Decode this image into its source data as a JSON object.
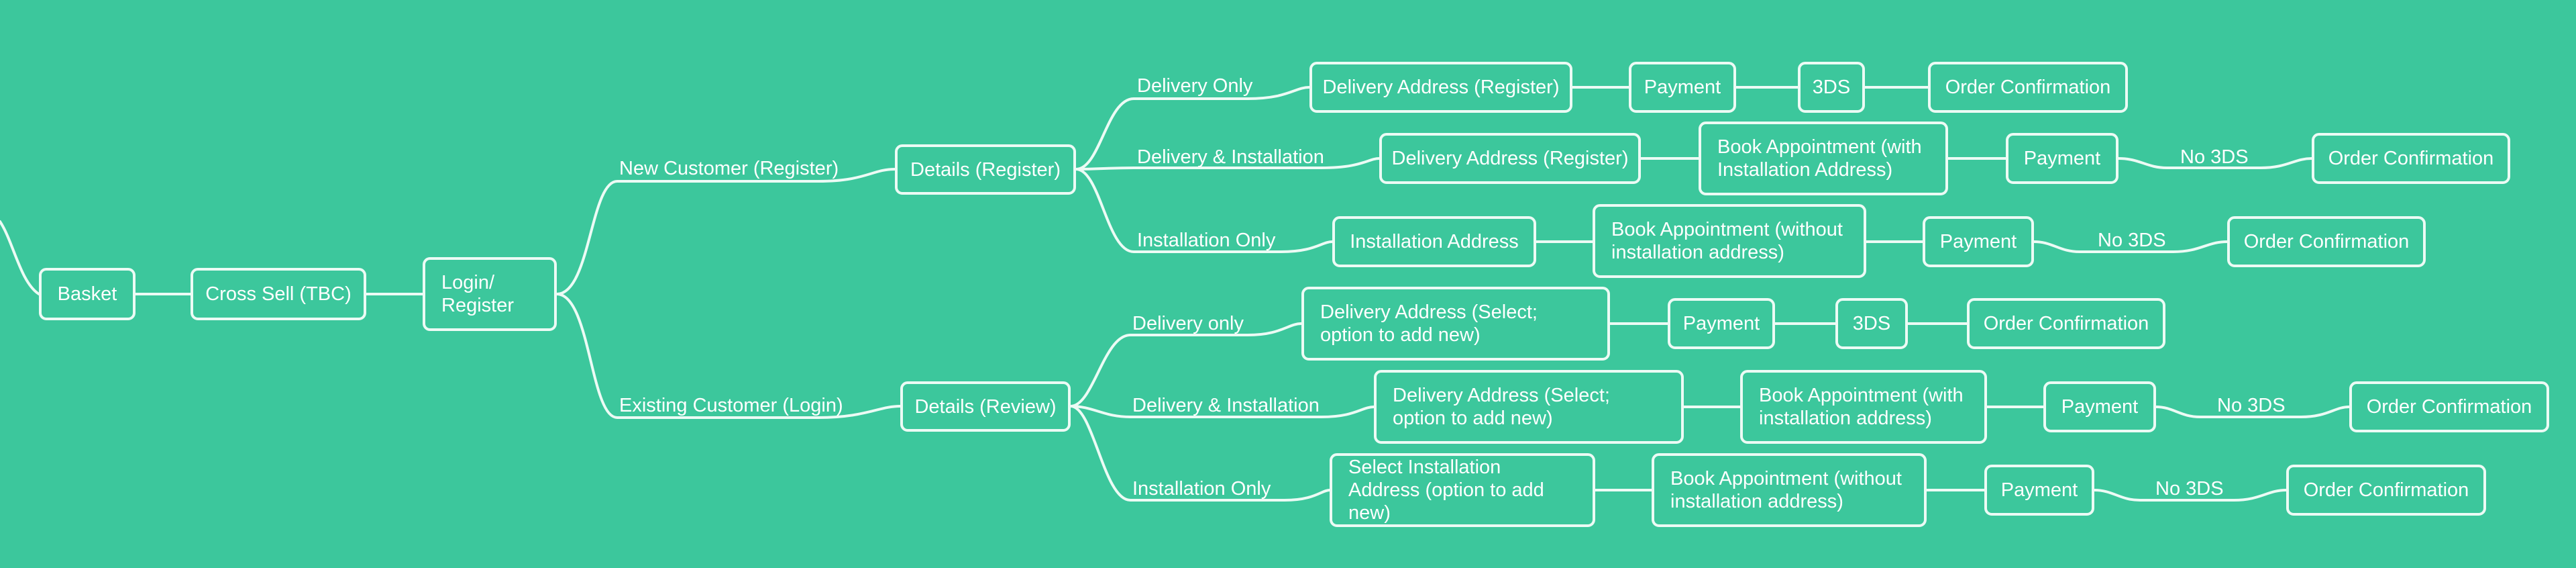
{
  "diagram": {
    "nodes": {
      "basket": "Basket",
      "cross_sell": "Cross Sell (TBC)",
      "login_register": "Login/\nRegister",
      "details_register": "Details (Register)",
      "details_review": "Details (Review)",
      "new_delivery_address": "Delivery Address (Register)",
      "new_delivery_payment": "Payment",
      "new_delivery_3ds": "3DS",
      "new_delivery_confirmation": "Order Confirmation",
      "new_di_delivery_address": "Delivery Address (Register)",
      "new_di_book_appointment": "Book Appointment (with Installation Address)",
      "new_di_payment": "Payment",
      "new_di_confirmation": "Order Confirmation",
      "new_install_address": "Installation Address",
      "new_install_book_appointment": "Book Appointment (without installation address)",
      "new_install_payment": "Payment",
      "new_install_confirmation": "Order Confirmation",
      "ex_delivery_address": "Delivery Address (Select; option to add new)",
      "ex_delivery_payment": "Payment",
      "ex_delivery_3ds": "3DS",
      "ex_delivery_confirmation": "Order Confirmation",
      "ex_di_delivery_address": "Delivery Address (Select; option to add new)",
      "ex_di_book_appointment": "Book Appointment (with installation address)",
      "ex_di_payment": "Payment",
      "ex_di_confirmation": "Order Confirmation",
      "ex_install_address": "Select Installation Address (option to add new)",
      "ex_install_book_appointment": "Book Appointment (without installation address)",
      "ex_install_payment": "Payment",
      "ex_install_confirmation": "Order Confirmation"
    },
    "edge_labels": {
      "new_customer": "New Customer (Register)",
      "existing_customer": "Existing Customer (Login)",
      "new_delivery_only": "Delivery Only",
      "new_delivery_installation": "Delivery & Installation",
      "new_installation_only": "Installation Only",
      "ex_delivery_only": "Delivery only",
      "ex_delivery_installation": "Delivery & Installation",
      "ex_installation_only": "Installation Only",
      "new_di_no3ds": "No 3DS",
      "new_install_no3ds": "No 3DS",
      "ex_di_no3ds": "No 3DS",
      "ex_install_no3ds": "No 3DS"
    }
  }
}
